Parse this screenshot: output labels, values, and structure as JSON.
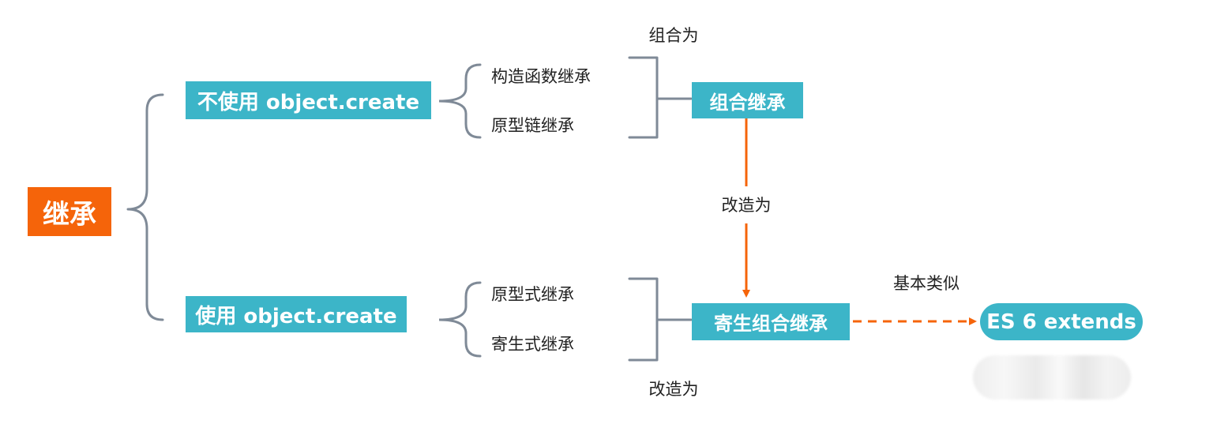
{
  "colors": {
    "teal": "#3cb5c8",
    "orange": "#f5640a",
    "bracket": "#7f8a97"
  },
  "root": {
    "label": "继承"
  },
  "branches": [
    {
      "label": "不使用 object.create",
      "items": [
        "构造函数继承",
        "原型链继承"
      ],
      "result": "组合继承",
      "note": "组合为"
    },
    {
      "label": "使用 object.create",
      "items": [
        "原型式继承",
        "寄生式继承"
      ],
      "result": "寄生组合继承",
      "note": "改造为"
    }
  ],
  "arrow_note": "改造为",
  "compare": {
    "note": "基本类似",
    "target": "ES 6 extends"
  }
}
